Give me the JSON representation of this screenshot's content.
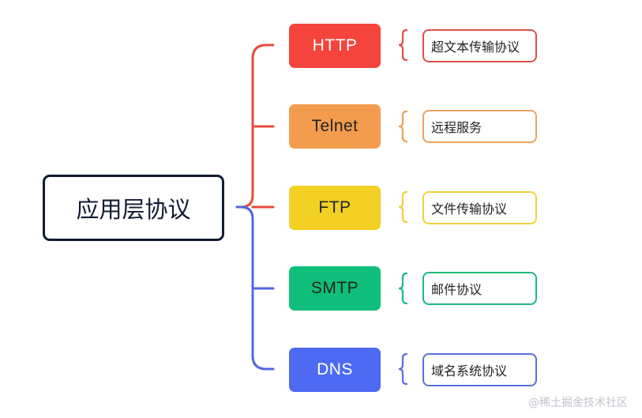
{
  "root": {
    "label": "应用层协议",
    "color": "#111a33"
  },
  "branch_colors": {
    "top": "#e74c3c",
    "bottom": "#5267e0"
  },
  "protocols": [
    {
      "label": "HTTP",
      "description": "超文本传输协议",
      "fill": "#f5443c",
      "text_color": "#ffffff",
      "desc_border": "#e05048"
    },
    {
      "label": "Telnet",
      "description": "远程服务",
      "fill": "#f39c4e",
      "text_color": "#222222",
      "desc_border": "#eda25e"
    },
    {
      "label": "FTP",
      "description": "文件传输协议",
      "fill": "#f2d024",
      "text_color": "#222222",
      "desc_border": "#eed23e"
    },
    {
      "label": "SMTP",
      "description": "邮件协议",
      "fill": "#0fbe7a",
      "text_color": "#222222",
      "desc_border": "#1fba7a"
    },
    {
      "label": "DNS",
      "description": "域名系统协议",
      "fill": "#4f6af2",
      "text_color": "#ffffff",
      "desc_border": "#5b70d8"
    }
  ],
  "watermark": "@稀土掘金技术社区"
}
